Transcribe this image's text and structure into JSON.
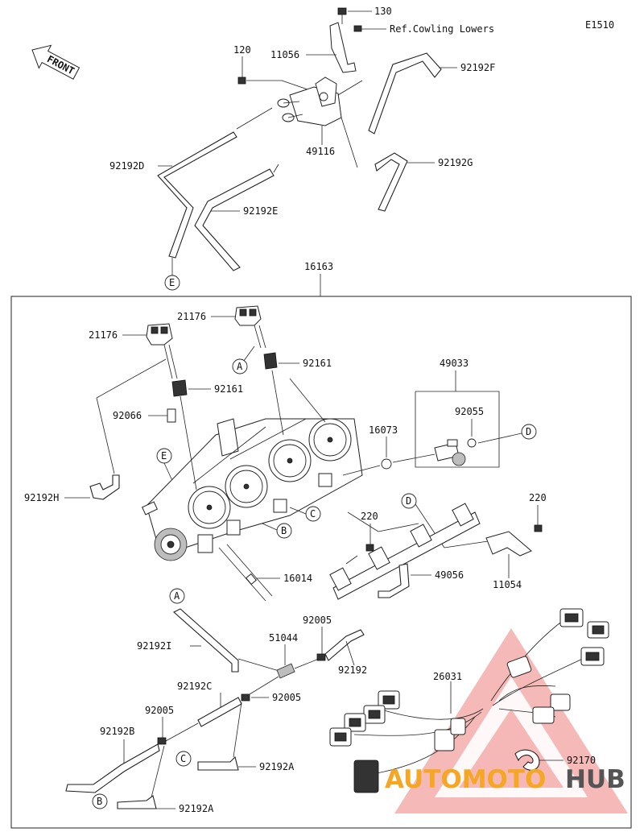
{
  "diagram_code": "E1510",
  "front_label": "FRONT",
  "ref_note": "Ref.Cowling Lowers",
  "assembly_label": "16163",
  "watermark": {
    "part1": "AUTOMOTO",
    "part2": "HUB",
    "color_red": "#e8312a",
    "color_orange": "#f5a623",
    "color_dark": "#555555"
  },
  "callouts": {
    "c130": "130",
    "c120": "120",
    "c11056": "11056",
    "c92192F": "92192F",
    "c49116": "49116",
    "c92192G": "92192G",
    "c92192D": "92192D",
    "c92192E": "92192E",
    "c21176a": "21176",
    "c21176b": "21176",
    "c92161a": "92161",
    "c92161b": "92161",
    "c49033": "49033",
    "c92066": "92066",
    "c92055": "92055",
    "c16073": "16073",
    "c92192H": "92192H",
    "c220a": "220",
    "c220b": "220",
    "c16014": "16014",
    "c49056": "49056",
    "c11054": "11054",
    "c92005a": "92005",
    "c51044": "51044",
    "c92192I": "92192I",
    "c92192": "92192",
    "c92192C": "92192C",
    "c92005b": "92005",
    "c92005c": "92005",
    "c26031": "26031",
    "c92192B": "92192B",
    "c92192A1": "92192A",
    "c92192A2": "92192A",
    "c92170": "92170"
  },
  "refs": {
    "E_top": "E",
    "A_top": "A",
    "E_mid": "E",
    "D_right": "D",
    "C_mid": "C",
    "B_mid": "B",
    "D_rail": "D",
    "A_low": "A",
    "C_low": "C",
    "B_low": "B"
  }
}
